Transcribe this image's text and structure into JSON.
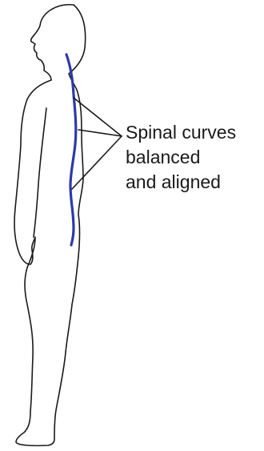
{
  "label": {
    "lines": [
      "Spinal curves",
      "balanced",
      "and aligned"
    ]
  },
  "colors": {
    "outline": "#1a1a1a",
    "spine": "#2b3aa8",
    "background": "#ffffff"
  }
}
